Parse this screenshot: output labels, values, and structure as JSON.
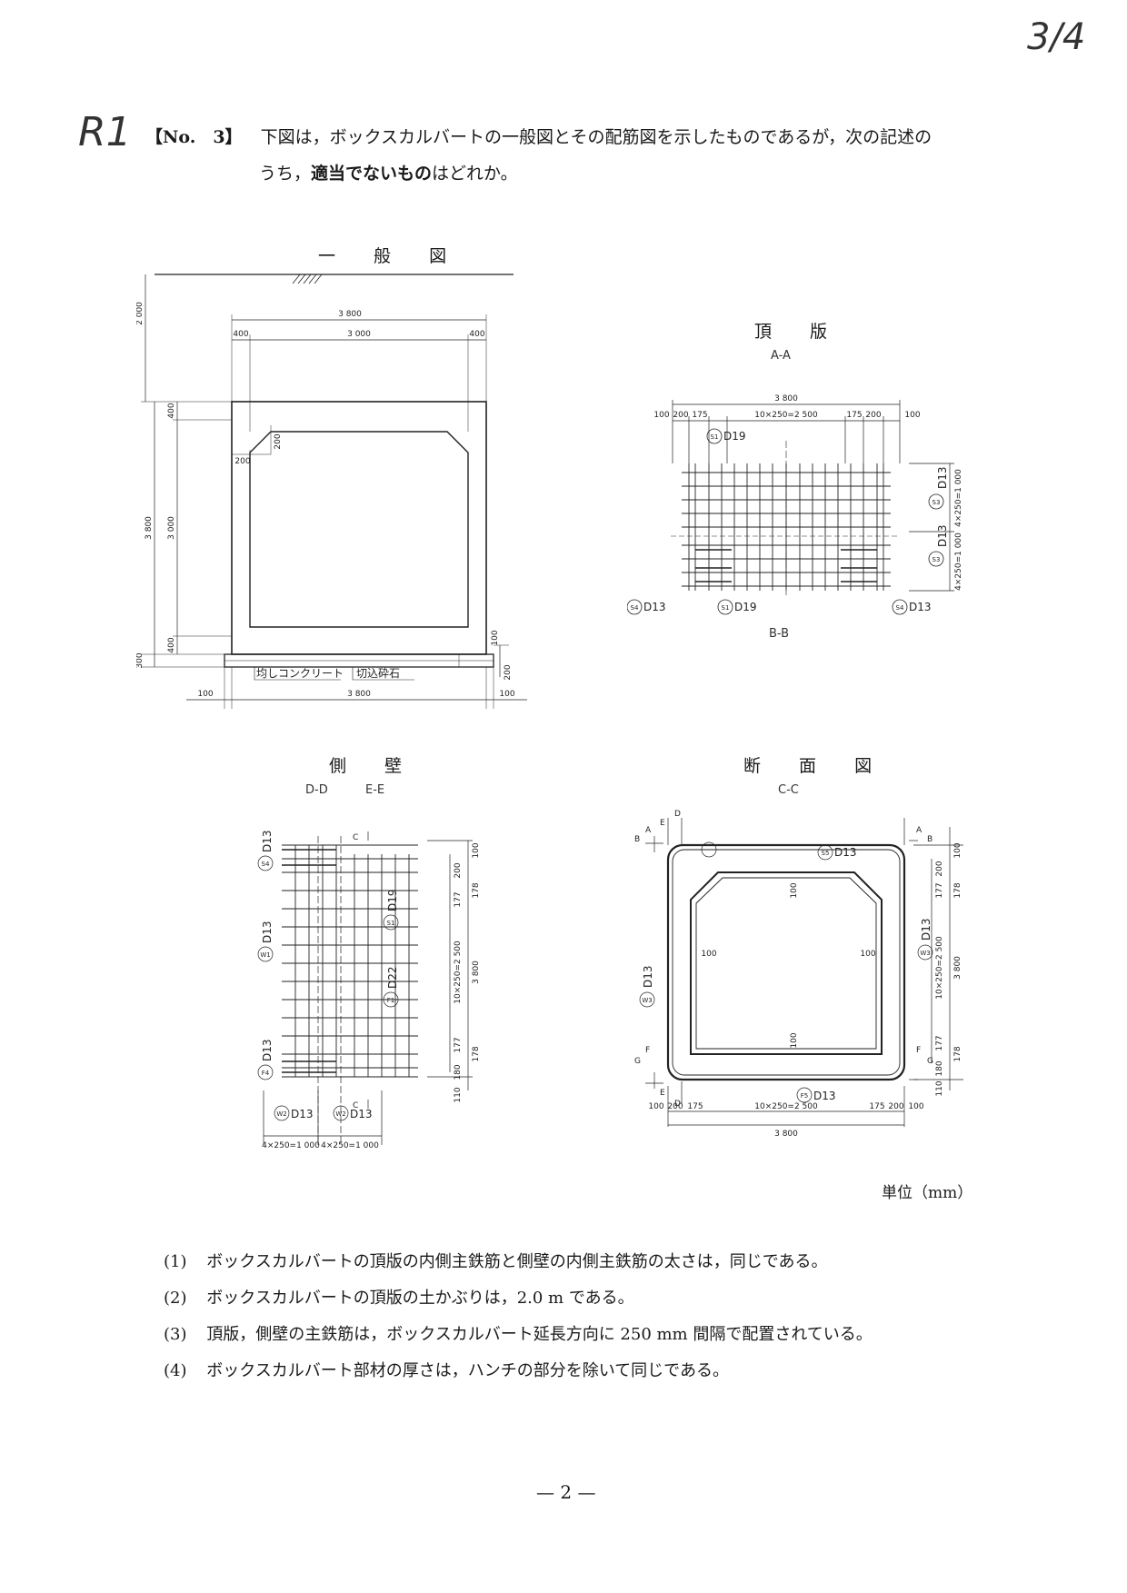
{
  "corner_mark": "3/4",
  "handwritten_tag": "R1",
  "question": {
    "label": "【No.　3】",
    "text_before": "下図は，ボックスカルバートの一般図とその配筋図を示したものであるが，次の記述の",
    "text_line2_pre": "うち，",
    "text_emphasis": "適当でないもの",
    "text_line2_post": "はどれか。"
  },
  "figures": {
    "general": {
      "title": "一 般 図",
      "dims": {
        "total_width": "3 800",
        "inner_width": "3 000",
        "wall": "400",
        "cover": "2 000",
        "total_height": "3 800",
        "inner_height": "3 000",
        "haunch": "200",
        "base": "300",
        "base_left": "100",
        "base_right": "100",
        "slab_100": "100",
        "slab_200": "200"
      },
      "labels": {
        "leveling": "均しコンクリート",
        "gravel": "切込砕石"
      }
    },
    "top_slab": {
      "title": "頂 版",
      "section_top": "A-A",
      "section_bottom": "B-B",
      "dims": {
        "total": "3 800",
        "d100": "100",
        "d200": "200",
        "d175": "175",
        "span": "10×250=2 500",
        "vert1": "4×250=1 000",
        "vert2": "4×250=1 000"
      },
      "bars": {
        "s1": "D19",
        "s3": "D13",
        "s4": "D13"
      },
      "bar_marks": {
        "s1": "S1",
        "s3": "S3",
        "s4": "S4"
      }
    },
    "side_wall": {
      "title": "側 壁",
      "section_left": "D-D",
      "section_right": "E-E",
      "cut": "C",
      "dims": {
        "d100": "100",
        "d200": "200",
        "d177": "177",
        "d178": "178",
        "span": "10×250=2 500",
        "total": "3 800",
        "d180": "180",
        "d110": "110",
        "w1": "4×250=1 000",
        "w2": "4×250=1 000"
      },
      "bars": {
        "s4": "D13",
        "w1": "D13",
        "s1": "D19",
        "f1": "D22",
        "f4": "D13",
        "w2": "D13"
      },
      "bar_marks": {
        "s4": "S4",
        "w1": "W1",
        "s1": "S1",
        "f1": "F1",
        "f4": "F4",
        "w2": "W2"
      }
    },
    "section": {
      "title": "断 面 図",
      "section_label": "C-C",
      "dims": {
        "d100": "100",
        "d200": "200",
        "d175": "175",
        "span": "10×250=2 500",
        "total": "3 800",
        "d177": "177",
        "d178": "178",
        "d180": "180",
        "d110": "110"
      },
      "bars": {
        "s5": "D13",
        "w3": "D13",
        "f5": "D13"
      },
      "bar_marks": {
        "s5": "S5",
        "w3": "W3",
        "f5": "F5"
      },
      "cuts": {
        "a": "A",
        "b": "B",
        "d": "D",
        "e": "E",
        "f": "F",
        "g": "G"
      }
    }
  },
  "unit": "単位（mm）",
  "options": [
    {
      "num": "(1)",
      "text": "ボックスカルバートの頂版の内側主鉄筋と側壁の内側主鉄筋の太さは，同じである。"
    },
    {
      "num": "(2)",
      "text": "ボックスカルバートの頂版の土かぶりは，2.0 m である。"
    },
    {
      "num": "(3)",
      "text": "頂版，側壁の主鉄筋は，ボックスカルバート延長方向に 250 mm 間隔で配置されている。"
    },
    {
      "num": "(4)",
      "text": "ボックスカルバート部材の厚さは，ハンチの部分を除いて同じである。"
    }
  ],
  "page_number": "— 2 —"
}
